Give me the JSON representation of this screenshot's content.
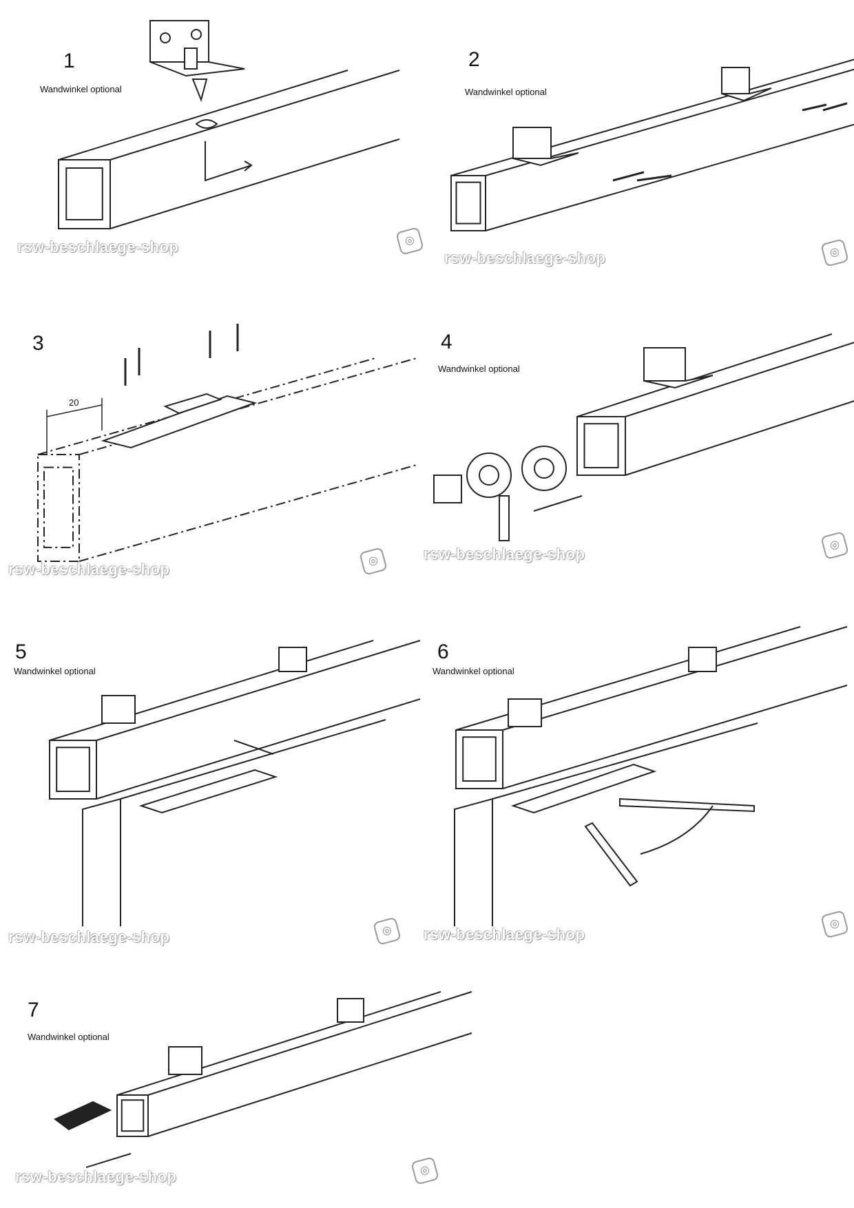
{
  "steps": [
    {
      "number": "1",
      "caption": "Wandwinkel optional"
    },
    {
      "number": "2",
      "caption": "Wandwinkel optional"
    },
    {
      "number": "3",
      "caption": ""
    },
    {
      "number": "4",
      "caption": "Wandwinkel optional"
    },
    {
      "number": "5",
      "caption": "Wandwinkel optional"
    },
    {
      "number": "6",
      "caption": "Wandwinkel optional"
    },
    {
      "number": "7",
      "caption": "Wandwinkel optional"
    }
  ],
  "dimension_label": "20",
  "watermark": "rsw-beschlaege-shop",
  "colors": {
    "line": "#222222",
    "background": "#ffffff"
  }
}
